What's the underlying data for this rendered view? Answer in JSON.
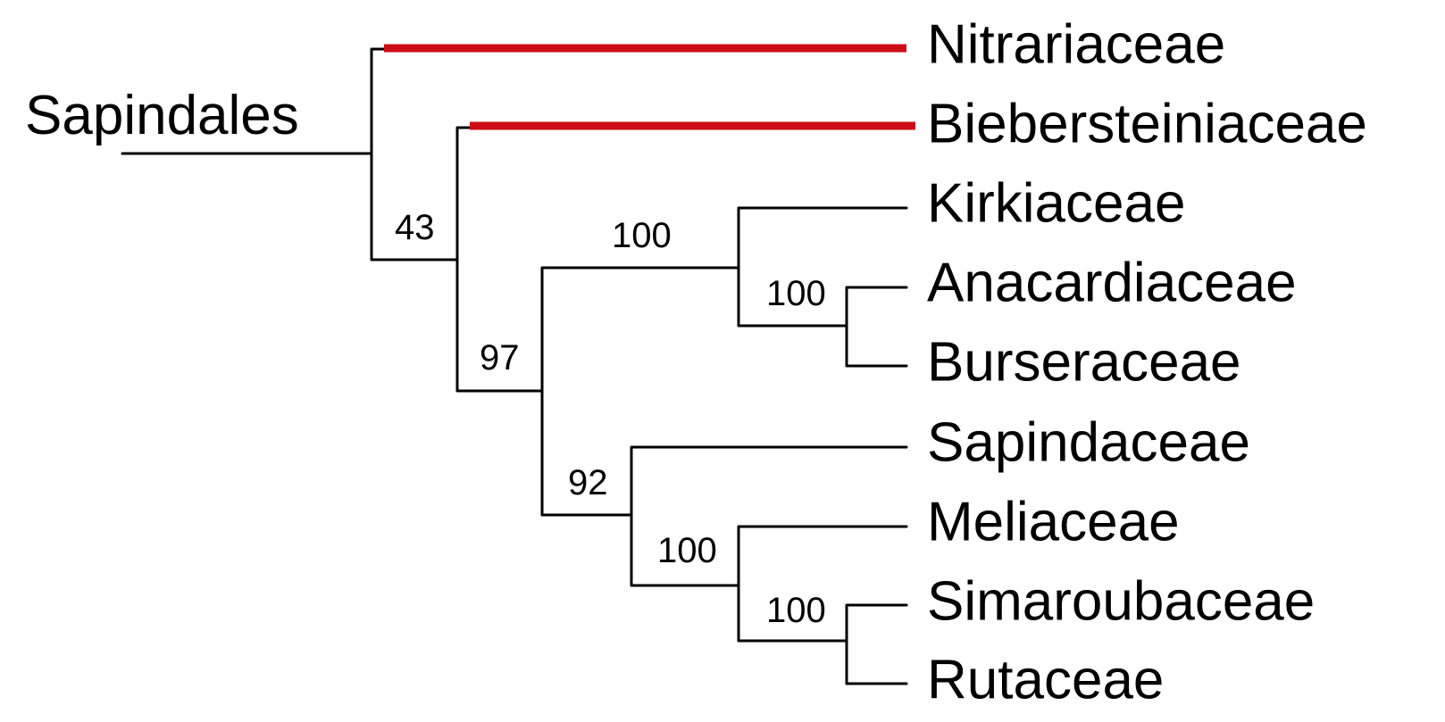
{
  "root_label": "Sapindales",
  "highlight_color": "#cc0b16",
  "taxa": [
    {
      "name": "Nitrariaceae",
      "highlight": true
    },
    {
      "name": "Biebersteiniaceae",
      "highlight": true
    },
    {
      "name": "Kirkiaceae",
      "highlight": false
    },
    {
      "name": "Anacardiaceae",
      "highlight": false
    },
    {
      "name": "Burseraceae",
      "highlight": false
    },
    {
      "name": "Sapindaceae",
      "highlight": false
    },
    {
      "name": "Meliaceae",
      "highlight": false
    },
    {
      "name": "Simaroubaceae",
      "highlight": false
    },
    {
      "name": "Rutaceae",
      "highlight": false
    }
  ],
  "support_values": {
    "clade_excluding_nitrariaceae": "43",
    "clade_kirkiaceae_to_rutaceae": "97",
    "clade_kirkiaceae_anacardiaceae_burseraceae": "100",
    "clade_anacardiaceae_burseraceae": "100",
    "clade_sapindaceae_meliaceae_simaroubaceae_rutaceae": "92",
    "clade_meliaceae_simaroubaceae_rutaceae": "100",
    "clade_simaroubaceae_rutaceae": "100"
  }
}
